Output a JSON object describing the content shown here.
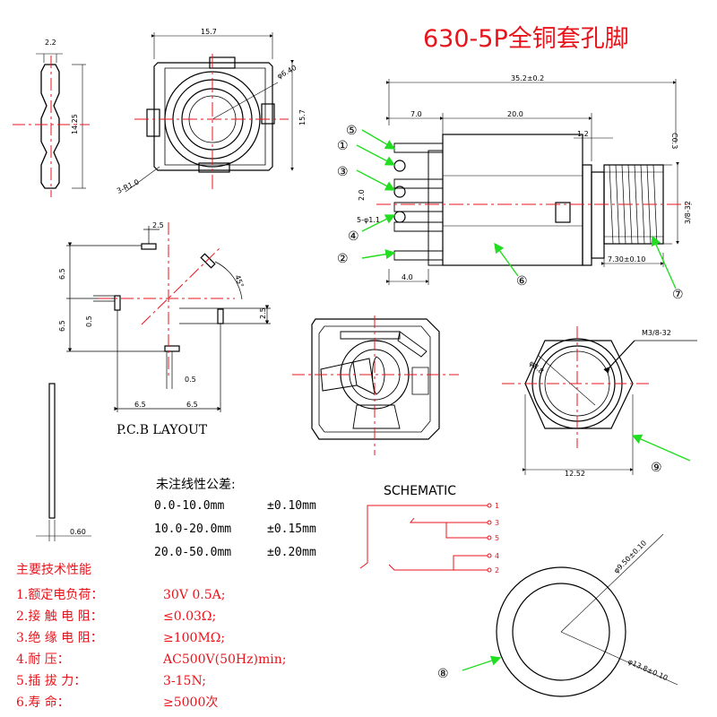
{
  "title": "630-5P全铜套孔脚",
  "side_view": {
    "top_dim": "2.2",
    "height_dim": "14.25"
  },
  "front_view": {
    "width_dim": "15.7",
    "height_dim": "15.7",
    "diameter": "φ6.40",
    "radius": "3-R1.0"
  },
  "side_profile": {
    "overall": "35.2±0.2",
    "dim_a": "7.0",
    "dim_b": "20.0",
    "dim_c": "1.2",
    "dim_d": "4.0",
    "dim_e": "2.0",
    "hole": "5-φ1.1",
    "thread": "3/8-32",
    "nut_width": "7.30±0.10",
    "chamfer": "C0.3"
  },
  "pcb_layout": {
    "label": "P.C.B LAYOUT",
    "dims": [
      "2.5",
      "6.5",
      "6.5",
      "0.5",
      "2.5",
      "0.5",
      "6.5",
      "6.5",
      "45°"
    ]
  },
  "pin_view": {
    "width": "0.60"
  },
  "nut_view": {
    "thread": "M3/8-32",
    "inner": "φ8.8",
    "width": "12.52"
  },
  "washer_view": {
    "inner": "φ9.50±0.10",
    "outer": "φ13.8±0.10"
  },
  "callouts": [
    "①",
    "②",
    "③",
    "④",
    "⑤",
    "⑥",
    "⑦",
    "⑧",
    "⑨"
  ],
  "tolerance": {
    "title": "未注线性公差:",
    "rows": [
      {
        "range": "0.0-10.0mm",
        "tol": "±0.10mm"
      },
      {
        "range": "10.0-20.0mm",
        "tol": "±0.15mm"
      },
      {
        "range": "20.0-50.0mm",
        "tol": "±0.20mm"
      }
    ]
  },
  "schematic": {
    "label": "SCHEMATIC",
    "pins": [
      "1",
      "3",
      "5",
      "4",
      "2"
    ]
  },
  "specs": {
    "title": "主要技术性能",
    "rows": [
      {
        "label": "1.额定电负荷：",
        "value": "30V 0.5A;"
      },
      {
        "label": "2.接 触 电 阻：",
        "value": "≤0.03Ω;"
      },
      {
        "label": "3.绝 缘 电 阻：",
        "value": "≥100MΩ;"
      },
      {
        "label": "4.耐        压：",
        "value": "AC500V(50Hz)min;"
      },
      {
        "label": "5.插   拔   力：",
        "value": "3-15N;"
      },
      {
        "label": "6.寿        命：",
        "value": "≥5000次"
      }
    ]
  },
  "colors": {
    "accent": "#e8141b",
    "arrow": "#22dd22",
    "line": "#000000"
  }
}
